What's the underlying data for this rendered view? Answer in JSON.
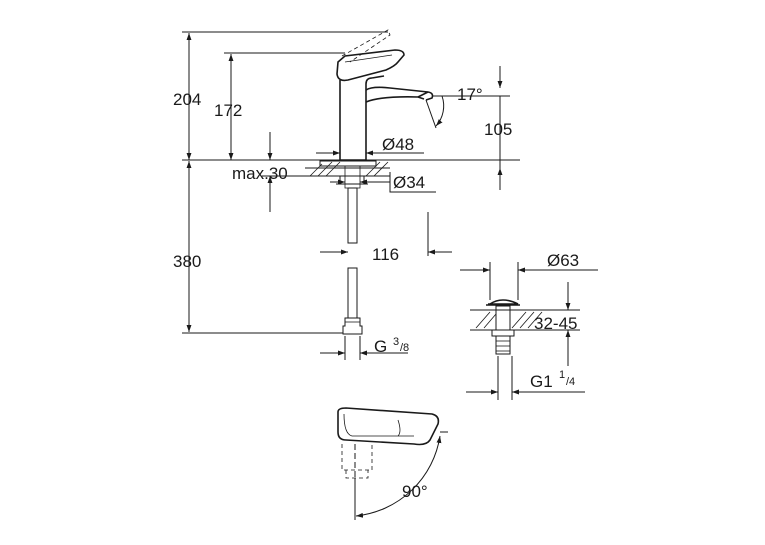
{
  "dimensions": {
    "total_height": "204",
    "spout_height": "172",
    "lever_angle": "17°",
    "spout_reach": "105",
    "body_diameter": "Ø48",
    "max_thickness": "max.30",
    "hole_diameter": "Ø34",
    "hose_length": "380",
    "hose_offset": "116",
    "connection": "G",
    "connection_sup": "3",
    "connection_sub": "/8",
    "waste_diameter": "Ø63",
    "waste_range": "32-45",
    "waste_thread": "G1",
    "waste_thread_sup": "1",
    "waste_thread_sub": "/4",
    "rotation_angle": "90°"
  }
}
